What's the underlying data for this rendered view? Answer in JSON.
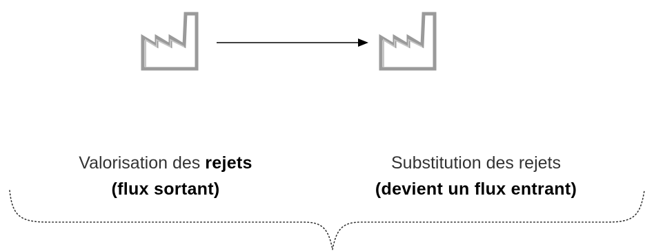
{
  "diagram": {
    "icons": {
      "source": "factory-icon",
      "target": "factory-icon",
      "connector": "arrow-right"
    },
    "left_caption": {
      "line1_prefix": "Valorisation des",
      "line1_bold": "rejets",
      "line2": "(flux sortant)"
    },
    "right_caption": {
      "line1": "Substitution des rejets",
      "line2": "(devient un flux entrant)"
    },
    "colors": {
      "icon_stroke": "#9a9a9a",
      "text": "#1a1a1a",
      "brace": "#333333"
    }
  }
}
